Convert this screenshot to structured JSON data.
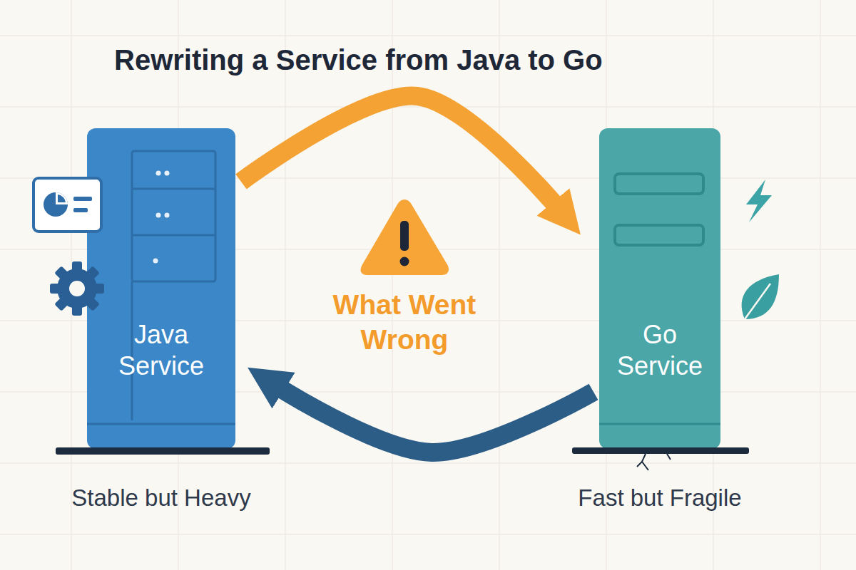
{
  "diagram": {
    "title": "Rewriting a Service from Java to Go",
    "nodes": [
      {
        "text": [
          "Java Service",
          "Stable but Heavy"
        ]
      },
      {
        "text": [
          "Go Service",
          "Fast but Fragile"
        ]
      }
    ],
    "edges": [
      {
        "from": 0,
        "to": 1,
        "arrow": "to"
      },
      {
        "from": 1,
        "to": 0,
        "arrow": "to"
      }
    ],
    "labels": [
      "What Went Wrong"
    ]
  }
}
